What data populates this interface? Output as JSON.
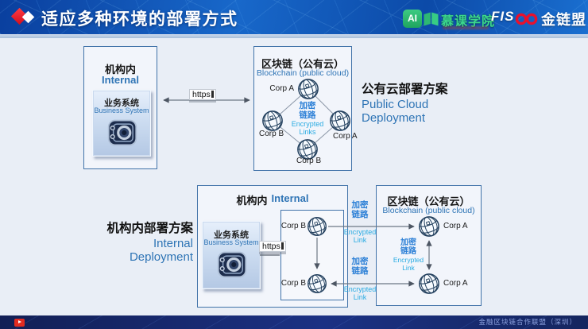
{
  "header": {
    "title": "适应多种环境的部署方式",
    "mooc_badge": "AI",
    "mooc_name": "慕课学院",
    "fisco_prefix": "FIS",
    "fisco_suffix": "金链盟"
  },
  "footer": {
    "text": "金融区块链合作联盟（深圳）"
  },
  "top": {
    "internal_box": {
      "title_zh": "机构内",
      "title_en": "Internal"
    },
    "system": {
      "zh": "业务系统",
      "en": "Business System"
    },
    "https": "https",
    "blockchain_box": {
      "title_zh": "区块链（公有云）",
      "title_en": "Blockchain (public cloud)"
    },
    "nodes": {
      "top": "Corp A",
      "left": "Corp B",
      "right": "Corp A",
      "bottom": "Corp B"
    },
    "center": {
      "zh1": "加密",
      "zh2": "链路",
      "en1": "Encrypted",
      "en2": "Links"
    },
    "caption": {
      "zh": "公有云部署方案",
      "en1": "Public Cloud",
      "en2": "Deployment"
    }
  },
  "bottom": {
    "caption": {
      "zh": "机构内部署方案",
      "en1": "Internal",
      "en2": "Deployment"
    },
    "internal_box": {
      "title_zh": "机构内",
      "title_en": "Internal"
    },
    "system": {
      "zh": "业务系统",
      "en": "Business System"
    },
    "https": "https",
    "nodes_b": {
      "top": "Corp B",
      "bottom": "Corp B"
    },
    "link_top": {
      "zh1": "加密",
      "zh2": "链路",
      "en1": "Encrypted",
      "en2": "Link"
    },
    "link_bottom": {
      "zh1": "加密",
      "zh2": "链路",
      "en1": "Encrypted",
      "en2": "Link"
    },
    "blockchain_box": {
      "title_zh": "区块链（公有云）",
      "title_en": "Blockchain (public cloud)"
    },
    "nodes_a": {
      "top": "Corp A",
      "bottom": "Corp A"
    },
    "center": {
      "zh1": "加密",
      "zh2": "链路",
      "en1": "Encrypted",
      "en2": "Link"
    }
  },
  "colors": {
    "accent_blue": "#2e74b5",
    "encrypted_zh_blue": "#2b7fd6",
    "encrypted_en_cyan": "#29abe2",
    "header_blue": "#0c4aa8",
    "diamond_red": "#e81c2a",
    "mooc_green": "#2eb873"
  }
}
